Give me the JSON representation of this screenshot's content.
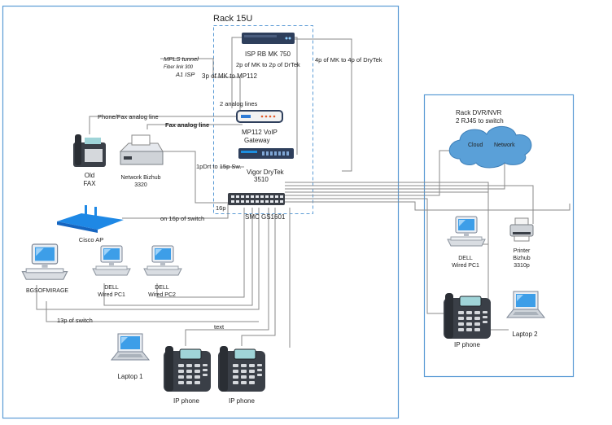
{
  "colors": {
    "frame": "#5b9bd5",
    "device_dark": "#2e3f5c",
    "cloud": "#5aa0d8",
    "phone": "#3a3f47",
    "wire": "#8a8a8a"
  },
  "rack": {
    "title": "Rack 15U",
    "isp_router": "ISP RB MK 750",
    "voip_gateway_line1": "MP112 VoIP",
    "voip_gateway_line2": "Gateway",
    "vigor_line1": "Vigor DryTek",
    "vigor_line2": "3510",
    "switch_name": "SMC  GS1601",
    "switch_port_label": "16p"
  },
  "links": {
    "mpls": "MPLS tunnel",
    "mpls_hidden": "Fiber link 300",
    "a1_isp": "A1 ISP",
    "mk_to_mp112": "3p of MK to MP112",
    "mk_to_drytek_2p": "2p of MK to 2p of DrTek",
    "mk_to_drytek_4p": "4p of MK to 4p of DryTek",
    "analog_lines": "2 analog lines",
    "phone_fax": "Phone/Fax analog line",
    "fax_analog": "Fax analog line",
    "drt_to_sw": "1pDrt to 15p Sw.",
    "ap_to_switch": "on 16p of switch",
    "to_13p": "13p of switch",
    "text_link": "text"
  },
  "left_devices": {
    "fax_line1": "Old",
    "fax_line2": "FAX",
    "printer_line1": "Network Bizhub",
    "printer_line2": "3320",
    "ap": "Cisco AP",
    "pc_bgs": "BGSOFMIRAGE",
    "pc1_line1": "DELL",
    "pc1_line2": "Wired PC1",
    "pc2_line1": "DELL",
    "pc2_line2": "Wired PC2",
    "laptop": "Laptop 1",
    "ip_phone_a": "IP phone",
    "ip_phone_b": "IP phone"
  },
  "right_site": {
    "title_line1": "Rack DVR/NVR",
    "title_line2": "2 RJ45 to switch",
    "cloud_left": "Cloud",
    "cloud_right": "Network",
    "pc_line1": "DELL",
    "pc_line2": "Wired PC1",
    "printer_line1": "Printer",
    "printer_line2": "Bizhub",
    "printer_line3": "3310p",
    "ip_phone": "IP phone",
    "laptop": "Laptop 2"
  }
}
